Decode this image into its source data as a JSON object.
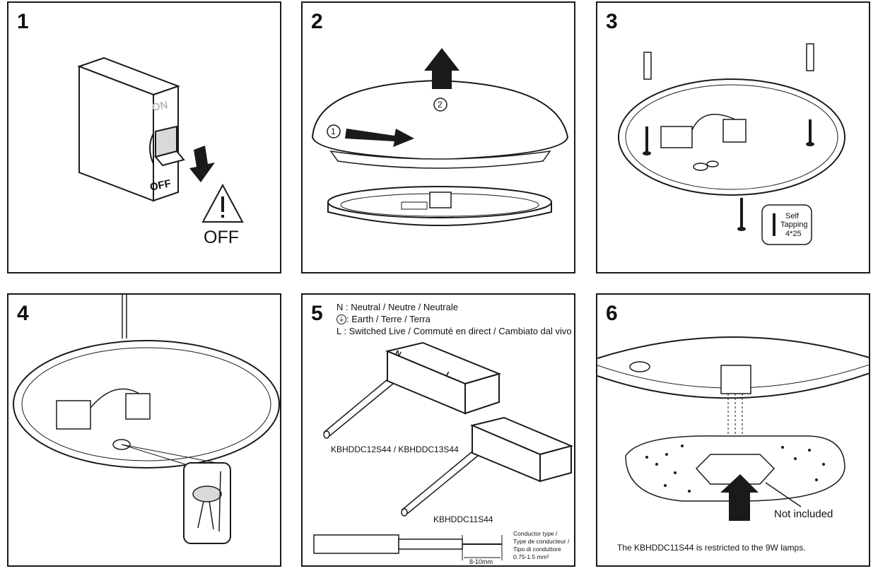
{
  "panels": [
    {
      "number": "1",
      "switch_on": "ON",
      "switch_off": "OFF",
      "warning_label": "OFF"
    },
    {
      "number": "2",
      "step_one": "1",
      "step_two": "2"
    },
    {
      "number": "3",
      "screw_label_1": "Self",
      "screw_label_2": "Tapping",
      "screw_label_3": "4*25"
    },
    {
      "number": "4"
    },
    {
      "number": "5",
      "legend_neutral": "N : Neutral / Neutre / Neutrale",
      "legend_earth": ": Earth / Terre / Terra",
      "legend_live": "L : Switched Live / Commuté en direct / Cambiato dal vivo",
      "model_a": "KBHDDC12S44 / KBHDDC13S44",
      "model_b": "KBHDDC11S44",
      "strip_length": "8-10mm",
      "conductor_1": "Conductor type /",
      "conductor_2": "Type de conducteur /",
      "conductor_3": "Tipo di conduttore",
      "conductor_4": "0.75-1.5 mm²",
      "terminal_n": "N",
      "terminal_l": "L"
    },
    {
      "number": "6",
      "not_included": "Not included",
      "note": "The KBHDDC11S44 is restricted to the 9W lamps."
    }
  ],
  "colors": {
    "line": "#1a1a1a",
    "fill": "#ffffff",
    "gray": "#d9d9d9"
  }
}
